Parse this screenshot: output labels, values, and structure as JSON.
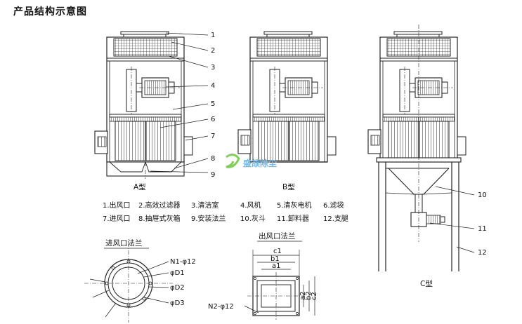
{
  "title": "产品结构示意图",
  "callouts": [
    "1",
    "2",
    "3",
    "4",
    "5",
    "6",
    "7",
    "8",
    "9",
    "10",
    "11",
    "12"
  ],
  "variants": {
    "a": "A型",
    "b": "B型",
    "c": "C型"
  },
  "legend": [
    [
      "1.出风口",
      "2.高效过滤器",
      "3.清洁室",
      "4.风机",
      "5.清灰电机",
      "6.滤袋"
    ],
    [
      "7.进风口",
      "8.抽屉式灰箱",
      "9.安装法兰",
      "10.灰斗",
      "11.卸料器",
      "12.支腿"
    ]
  ],
  "inlet_flange": {
    "title": "进风口法兰",
    "labels": [
      "N1-φ12",
      "φD1",
      "φD2",
      "φD3"
    ]
  },
  "outlet_flange": {
    "title": "出风口法兰",
    "top_dims": [
      "c1",
      "b1",
      "a1"
    ],
    "side_dims": [
      "a2",
      "b2",
      "c2"
    ],
    "hole_label": "N2-φ12"
  },
  "watermark": "盛颉除尘",
  "colors": {
    "line": "#222222",
    "watermark": "#79b8e6",
    "watermark_green": "#7fcf5a"
  }
}
